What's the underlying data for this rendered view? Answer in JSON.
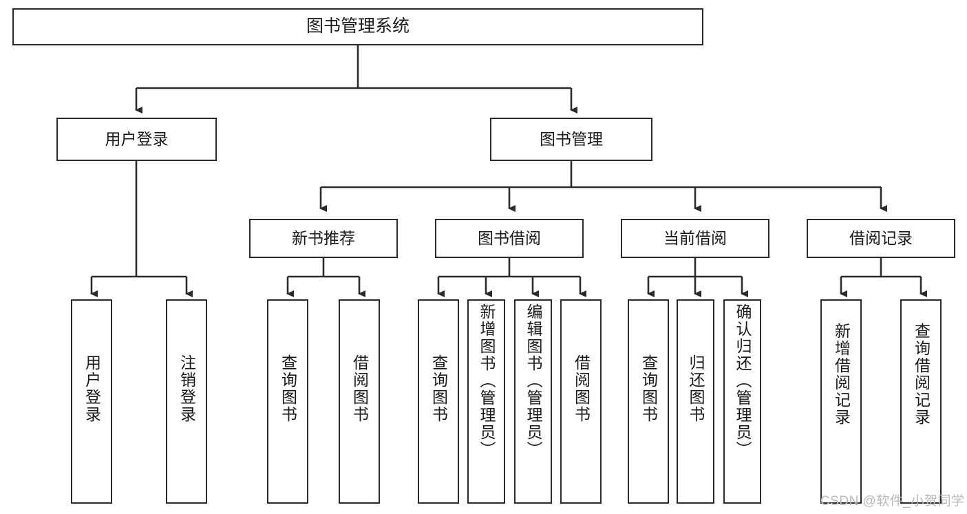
{
  "diagram": {
    "type": "tree-hierarchy",
    "title": "图书管理系统",
    "root": {
      "label": "图书管理系统"
    },
    "level2": [
      {
        "label": "用户登录"
      },
      {
        "label": "图书管理"
      }
    ],
    "level3": [
      {
        "label": "新书推荐"
      },
      {
        "label": "图书借阅"
      },
      {
        "label": "当前借阅"
      },
      {
        "label": "借阅记录"
      }
    ],
    "leaves": {
      "user_login": [
        {
          "label": "用户登录"
        },
        {
          "label": "注销登录"
        }
      ],
      "new_book_recommend": [
        {
          "label": "查询图书"
        },
        {
          "label": "借阅图书"
        }
      ],
      "book_borrow": [
        {
          "label": "查询图书"
        },
        {
          "label": "新增图书（管理员）"
        },
        {
          "label": "编辑图书（管理员）"
        },
        {
          "label": "借阅图书"
        }
      ],
      "current_borrow": [
        {
          "label": "查询图书"
        },
        {
          "label": "归还图书"
        },
        {
          "label": "确认归还（管理员）"
        }
      ],
      "borrow_records": [
        {
          "label": "新增借阅记录"
        },
        {
          "label": "查询借阅记录"
        }
      ]
    }
  },
  "watermark": {
    "text": "CSDN @软件_小贺同学"
  },
  "colors": {
    "stroke": "#2b2b2b",
    "background": "#ffffff",
    "text": "#1a1a1a",
    "watermark": "#b9b9b9"
  }
}
